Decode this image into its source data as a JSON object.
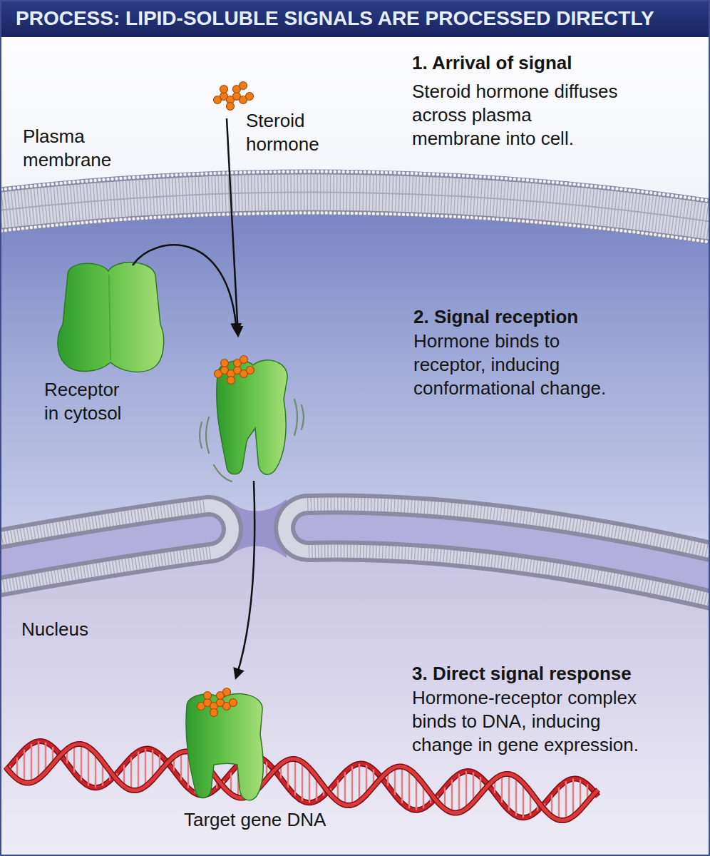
{
  "diagram": {
    "title": "PROCESS: LIPID-SOLUBLE SIGNALS ARE PROCESSED DIRECTLY",
    "labels": [
      "Steroid hormone",
      "1. Arrival of signal",
      "Steroid hormone diffuses across plasma membrane into cell.",
      "Plasma membrane",
      "Receptor in cytosol",
      "2. Signal reception",
      "Hormone binds to receptor, inducing conformational change.",
      "Nucleus",
      "3. Direct signal response",
      "Hormone-receptor complex binds to DNA, inducing change in gene expression.",
      "Target gene DNA"
    ]
  }
}
